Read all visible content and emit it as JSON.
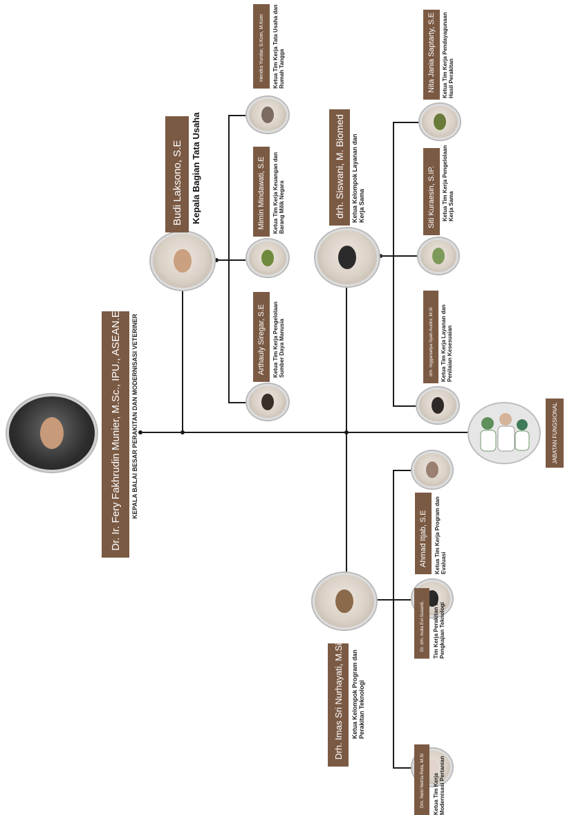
{
  "head": {
    "name": "Dr. Ir. Fery Fakhrudin Munier, M.Sc., IPU., ASEAN.Eng",
    "title": "KEPALA BALAI BESAR PERAKITAN DAN MODERNISASI VETERINER"
  },
  "tata_usaha": {
    "name": "Budi Laksono, S.E",
    "title": "Kepala Bagian Tata Usaha",
    "members": [
      {
        "name": "Arthauly Siregar, S.E",
        "role": "Ketua Tim Kerja Pengelolaan Sumber Daya Manusia"
      },
      {
        "name": "Mimin Mindawati, S.E",
        "role": "Ketua Tim Kerja Keuangan dan Barang Milik Negara"
      },
      {
        "name": "Hendra Yundar, S.Kom, M.Kom",
        "role": "Ketua Tim Kerja Tata Usaha dan Rumah Tangga"
      }
    ]
  },
  "layanan": {
    "name": "drh. Siswani, M. Biomed",
    "title": "Ketua Kelompok Layanan dan Kerja Sama",
    "members": [
      {
        "name": "drh. Inggarsetya Syah Audini, M.Si",
        "role": "Ketua Tim Kerja Layanan dan Penilaian Kesesuaian"
      },
      {
        "name": "Siti Kuraesin, S.IP.",
        "role": "Ketua Tim Kerja Pengelolaan Kerja Sama"
      },
      {
        "name": "Nita Jania Saptarty, S.E",
        "role": "Ketua Tim Kerja Pendayagunaan Hasil Perakitan"
      }
    ]
  },
  "program": {
    "name": "Drh. Imas Sri Nurhayati, M.Si",
    "title": "Ketua Kelompok Program dan Perakitan Teknologi",
    "members": [
      {
        "name": "Drh. Netri Netria Rela, M.Si",
        "role": "Ketua Tim Kerja Modernisasi Pertanian"
      },
      {
        "name": "Dr. drh. Aulia Evi Susanti,",
        "role": "Tim Kerja Perakitan dan Pengkajian Teknologi"
      },
      {
        "name": "Ahmad Itjab, S.E",
        "role": "Ketua Tim Kerja Program dan Evaluasi"
      }
    ]
  },
  "fungsional": {
    "label": "JABATAN FUNGSIONAL"
  },
  "icons": {
    "photo": "person-portrait-icon",
    "group": "staff-group-icon"
  },
  "colors": {
    "name_bar": "#7b5a44",
    "connector": "#1a1a1a"
  }
}
